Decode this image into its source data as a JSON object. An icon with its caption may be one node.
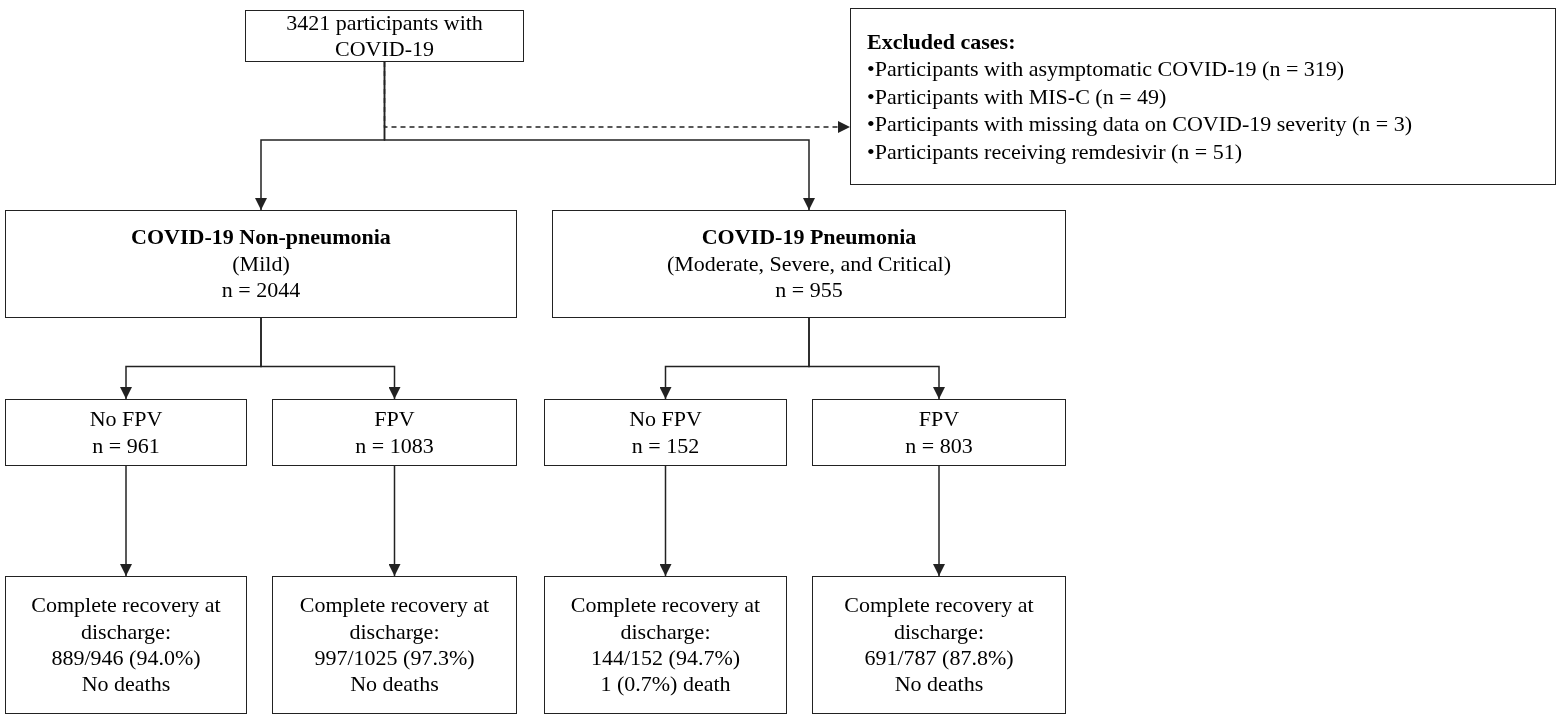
{
  "diagram": {
    "nodes": [
      {
        "text": [
          "3421 participants with COVID-19"
        ]
      },
      {
        "text": [
          "Excluded cases:",
          "•Participants with asymptomatic COVID-19 (n = 319)",
          "•Participants with MIS-C (n = 49)",
          "•Participants with missing data on COVID-19 severity (n = 3)",
          "•Participants receiving remdesivir (n = 51)"
        ]
      },
      {
        "text": [
          "COVID-19 Non-pneumonia",
          "(Mild)",
          "n = 2044"
        ]
      },
      {
        "text": [
          "COVID-19 Pneumonia",
          "(Moderate, Severe, and Critical)",
          "n = 955"
        ]
      },
      {
        "text": [
          "No FPV",
          "n = 961"
        ]
      },
      {
        "text": [
          "FPV",
          "n = 1083"
        ]
      },
      {
        "text": [
          "No FPV",
          "n = 152"
        ]
      },
      {
        "text": [
          "FPV",
          "n = 803"
        ]
      },
      {
        "text": [
          "Complete recovery at discharge:",
          "889/946 (94.0%)",
          "No deaths"
        ]
      },
      {
        "text": [
          "Complete recovery at discharge:",
          "997/1025 (97.3%)",
          "No deaths"
        ]
      },
      {
        "text": [
          "Complete recovery at discharge:",
          "144/152 (94.7%)",
          "1 (0.7%) death"
        ]
      },
      {
        "text": [
          "Complete recovery at discharge:",
          "691/787 (87.8%)",
          "No deaths"
        ]
      }
    ],
    "edges": [
      {
        "from": 0,
        "to": 1,
        "arrow": "to",
        "style": "dashed"
      },
      {
        "from": 0,
        "to": 2,
        "arrow": "to"
      },
      {
        "from": 0,
        "to": 3,
        "arrow": "to"
      },
      {
        "from": 2,
        "to": 4,
        "arrow": "to"
      },
      {
        "from": 2,
        "to": 5,
        "arrow": "to"
      },
      {
        "from": 3,
        "to": 6,
        "arrow": "to"
      },
      {
        "from": 3,
        "to": 7,
        "arrow": "to"
      },
      {
        "from": 4,
        "to": 8,
        "arrow": "to"
      },
      {
        "from": 5,
        "to": 9,
        "arrow": "to"
      },
      {
        "from": 6,
        "to": 10,
        "arrow": "to"
      },
      {
        "from": 7,
        "to": 11,
        "arrow": "to"
      }
    ]
  }
}
